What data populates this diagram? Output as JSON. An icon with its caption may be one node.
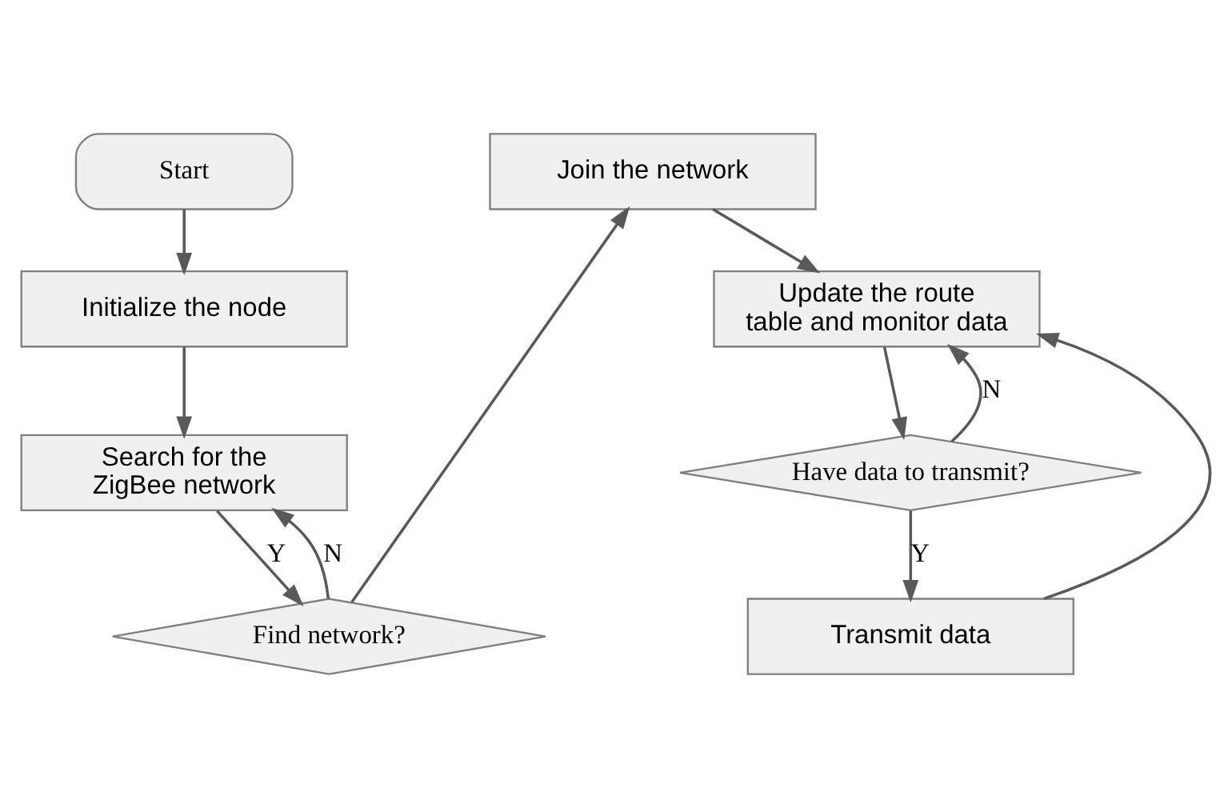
{
  "diagram": {
    "nodes": [
      {
        "text": [
          "Start"
        ]
      },
      {
        "text": [
          "Initialize the node"
        ]
      },
      {
        "text": [
          "Search for the ZigBee network"
        ]
      },
      {
        "text": [
          "Find network?"
        ]
      },
      {
        "text": [
          "Join the network"
        ]
      },
      {
        "text": [
          "Update the route table and monitor data"
        ]
      },
      {
        "text": [
          "Have data to transmit?"
        ]
      },
      {
        "text": [
          "Transmit data"
        ]
      }
    ],
    "edges": [
      {
        "from": 0,
        "to": 1,
        "arrow": "to"
      },
      {
        "from": 1,
        "to": 2,
        "arrow": "to"
      },
      {
        "from": 2,
        "to": 3,
        "arrow": "to",
        "label": "Y"
      },
      {
        "from": 3,
        "to": 2,
        "arrow": "to",
        "label": "N"
      },
      {
        "from": 3,
        "to": 4,
        "arrow": "to"
      },
      {
        "from": 4,
        "to": 5,
        "arrow": "to"
      },
      {
        "from": 5,
        "to": 6,
        "arrow": "to"
      },
      {
        "from": 6,
        "to": 7,
        "arrow": "to",
        "label": "Y"
      },
      {
        "from": 6,
        "to": 5,
        "arrow": "to",
        "label": "N"
      },
      {
        "from": 7,
        "to": 5,
        "arrow": "to"
      }
    ]
  }
}
